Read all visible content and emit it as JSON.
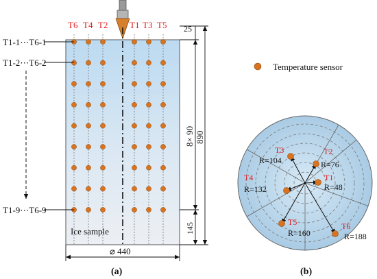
{
  "panel_a": {
    "column_labels": [
      "T6",
      "T4",
      "T2",
      "T1",
      "T3",
      "T5"
    ],
    "row_label_top": "T1-1⋯T6-1",
    "row_label_second": "T1-2⋯T6-2",
    "row_label_bottom": "T1-9⋯T6-9",
    "sample_label": "Ice sample",
    "dim_top": "25",
    "dim_spacing": "8× 90",
    "dim_total": "890",
    "dim_bottom": "145",
    "dim_diameter": "⌀ 440",
    "caption": "(a)",
    "rows": 9,
    "colors": {
      "sensor": "#d9731f",
      "label_red": "#e02020",
      "ice_top": "#c2def2",
      "ice_bottom": "#e6eef5"
    }
  },
  "panel_b": {
    "legend_label": "Temperature sensor",
    "sensors": [
      {
        "id": "T1",
        "radius_label": "R=48"
      },
      {
        "id": "T2",
        "radius_label": "R=76"
      },
      {
        "id": "T3",
        "radius_label": "R=104"
      },
      {
        "id": "T4",
        "radius_label": "R=132"
      },
      {
        "id": "T5",
        "radius_label": "R=160"
      },
      {
        "id": "T6",
        "radius_label": "R=188"
      }
    ],
    "caption": "(b)"
  }
}
